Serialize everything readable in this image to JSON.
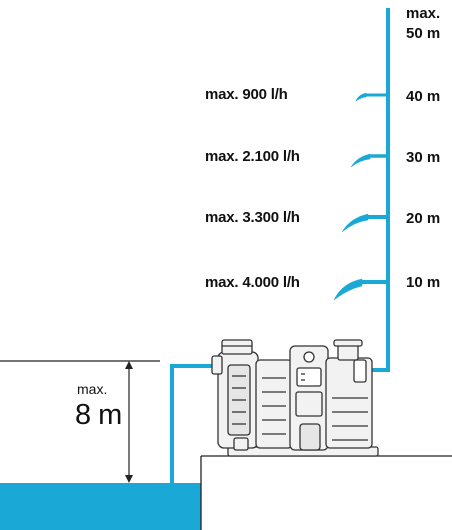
{
  "head_labels": {
    "max_top": "max.",
    "max_top_value": "50 m",
    "levels": [
      "40 m",
      "30 m",
      "20 m",
      "10 m"
    ]
  },
  "flow_labels": [
    "max. 900 l/h",
    "max. 2.100 l/h",
    "max. 3.300 l/h",
    "max. 4.000 l/h"
  ],
  "suction": {
    "prefix": "max.",
    "value": "8 m"
  },
  "colors": {
    "water": "#1aa9d6",
    "pipe": "#1aa9d6",
    "line": "#222222",
    "pump_body": "#f2f2f2",
    "pump_outline": "#333333"
  }
}
